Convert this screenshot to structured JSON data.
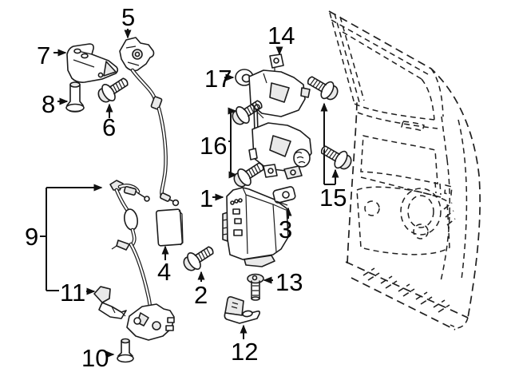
{
  "figure": {
    "kind": "exploded parts line diagram",
    "colors": {
      "background": "#ffffff",
      "line": "#1b1b1b",
      "label": "#000000"
    }
  },
  "callouts": {
    "c1": {
      "label": "1"
    },
    "c2": {
      "label": "2"
    },
    "c3": {
      "label": "3"
    },
    "c4": {
      "label": "4"
    },
    "c5": {
      "label": "5"
    },
    "c6": {
      "label": "6"
    },
    "c7": {
      "label": "7"
    },
    "c8": {
      "label": "8"
    },
    "c9": {
      "label": "9"
    },
    "c10": {
      "label": "10"
    },
    "c11": {
      "label": "11"
    },
    "c12": {
      "label": "12"
    },
    "c13": {
      "label": "13"
    },
    "c14": {
      "label": "14"
    },
    "c15": {
      "label": "15"
    },
    "c16": {
      "label": "16"
    },
    "c17": {
      "label": "17"
    }
  }
}
